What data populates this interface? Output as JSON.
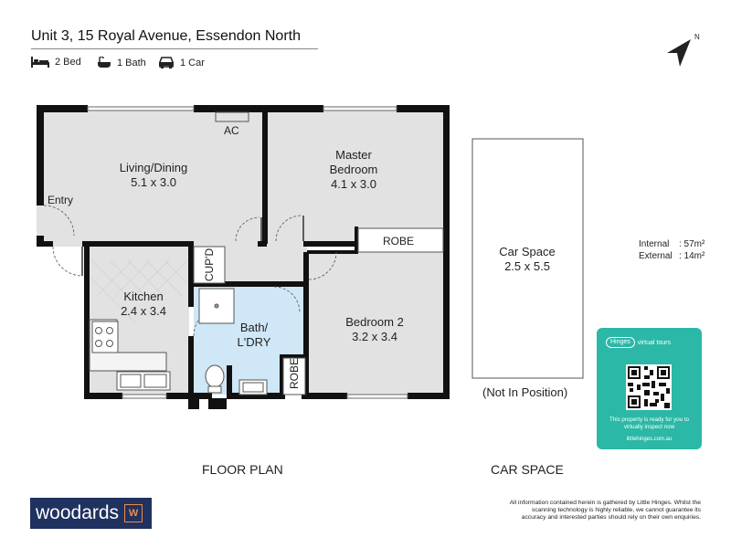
{
  "header": {
    "address": "Unit 3, 15 Royal Avenue, Essendon North",
    "features": [
      {
        "icon": "bed-icon",
        "label": "2 Bed"
      },
      {
        "icon": "bath-icon",
        "label": "1 Bath"
      },
      {
        "icon": "car-icon",
        "label": "1 Car"
      }
    ],
    "compass_label": "N"
  },
  "rooms": {
    "living": {
      "name": "Living/Dining",
      "dims": "5.1 x 3.0"
    },
    "master": {
      "name": "Master",
      "name2": "Bedroom",
      "dims": "4.1 x 3.0"
    },
    "kitchen": {
      "name": "Kitchen",
      "dims": "2.4 x 3.4"
    },
    "bath": {
      "name": "Bath/",
      "name2": "L'DRY"
    },
    "bedroom2": {
      "name": "Bedroom 2",
      "dims": "3.2 x 3.4"
    },
    "car": {
      "name": "Car Space",
      "dims": "2.5 x 5.5"
    }
  },
  "labels": {
    "ac": "AC",
    "entry": "Entry",
    "robe_master": "ROBE",
    "robe_bed2": "ROBE",
    "cupd": "CUP'D",
    "not_in_position": "(Not In Position)"
  },
  "areas": {
    "internal_label": "Internal",
    "internal_value": ": 57m²",
    "external_label": "External",
    "external_value": ": 14m²"
  },
  "virtual_tour": {
    "brand": "Hinges",
    "badge_text": "virtual tours",
    "message": "This property is ready for you to virtually inspect now",
    "url": "littlehinges.com.au",
    "color": "#2bb8a7"
  },
  "captions": {
    "floor_plan": "FLOOR PLAN",
    "car_space": "CAR SPACE"
  },
  "footer": {
    "logo_text": "woodards",
    "logo_mark": "W",
    "disclaimer": "All information contained herein is gathered by Little Hinges. Whilst the scanning technology is highly reliable, we cannot guarantee its accuracy and interested parties should rely on their own enquiries."
  },
  "colors": {
    "floor": "#e2e2e2",
    "wall": "#111111",
    "bath_floor": "#cfe7f7",
    "brand_blue": "#20325f",
    "brand_orange": "#f08a4b"
  }
}
